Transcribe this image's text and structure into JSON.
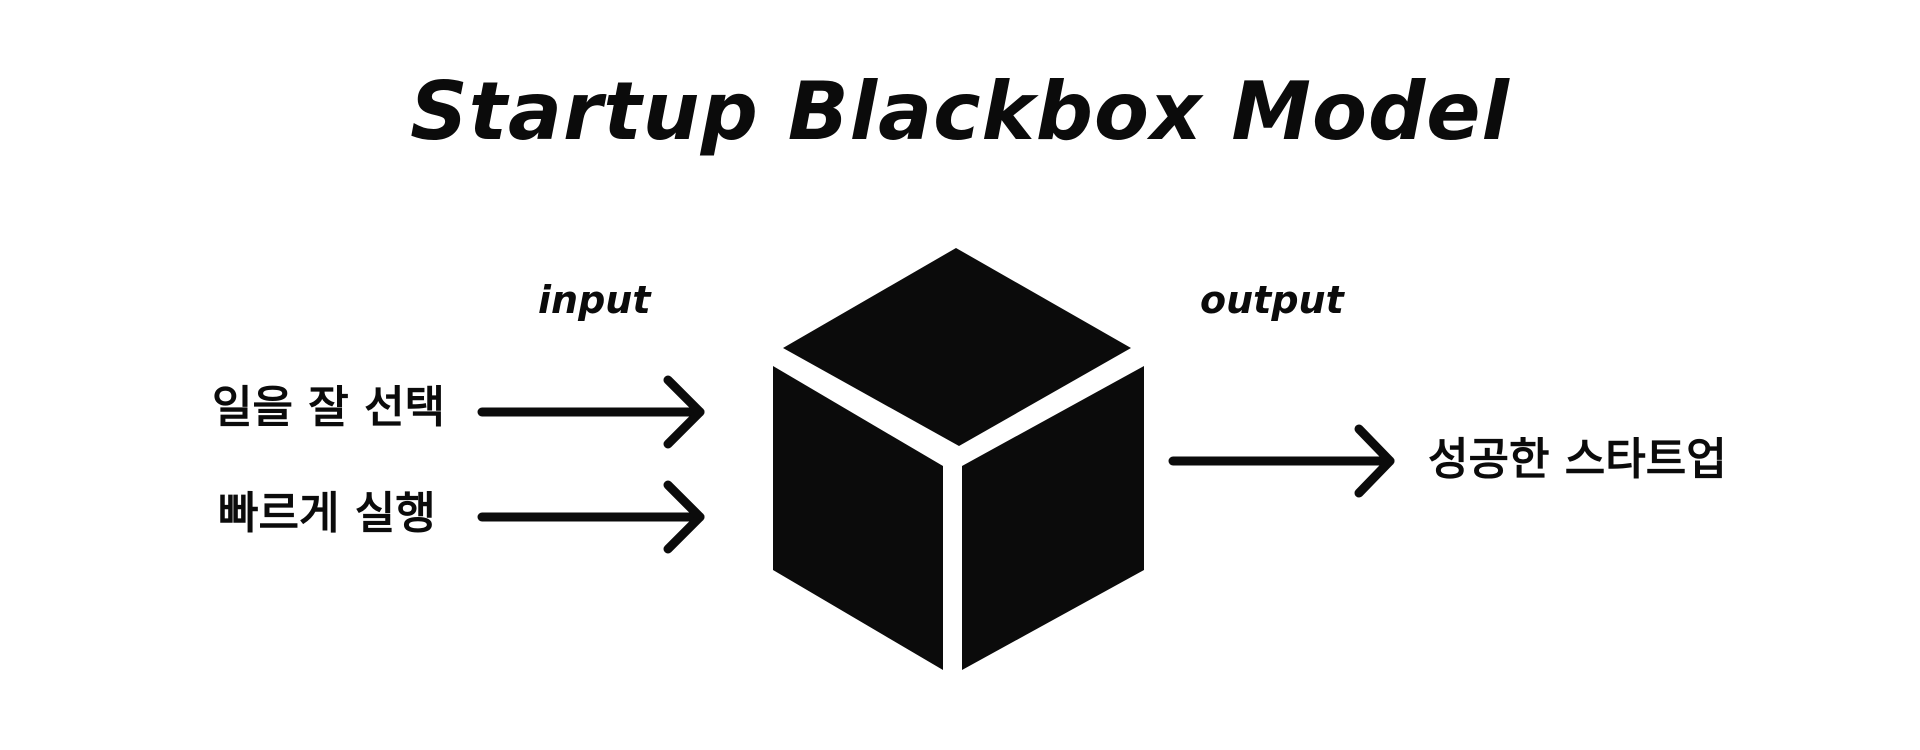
{
  "title": "Startup Blackbox Model",
  "labels": {
    "input": "input",
    "output": "output"
  },
  "inputs": [
    "일을 잘 선택",
    "빠르게 실행"
  ],
  "outputs": [
    "성공한 스타트업"
  ],
  "icons": {
    "blackbox": "cube-icon",
    "arrow": "arrow-right-icon"
  },
  "colors": {
    "foreground": "#0b0b0b",
    "background": "#ffffff"
  }
}
